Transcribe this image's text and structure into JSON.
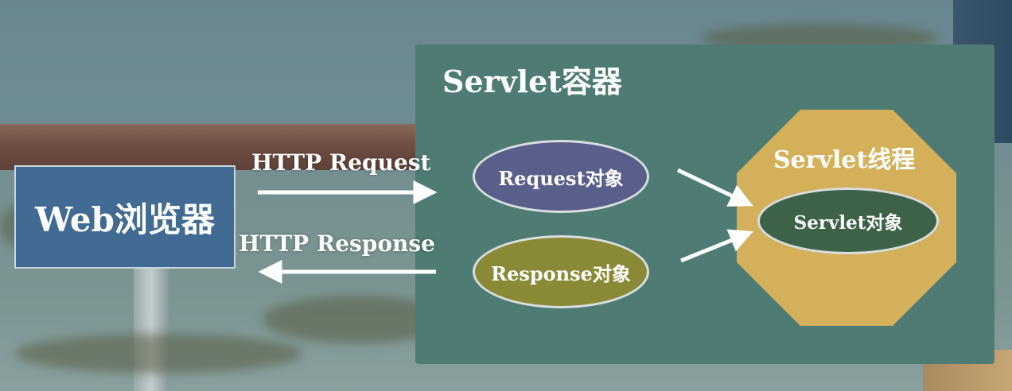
{
  "container": {
    "title": "Servlet容器"
  },
  "browser": {
    "label": "Web浏览器"
  },
  "http": {
    "request_label": "HTTP Request",
    "response_label": "HTTP Response"
  },
  "objects": {
    "request": "Request对象",
    "response": "Response对象",
    "servlet": "Servlet对象"
  },
  "thread": {
    "title": "Servlet线程"
  },
  "colors": {
    "container": "#4e7b73",
    "browser": "#426b93",
    "request_object": "#5a5e8a",
    "response_object": "#8a8a36",
    "thread": "#d4b05a",
    "servlet_object": "#3e6248",
    "arrow": "#ffffff"
  }
}
